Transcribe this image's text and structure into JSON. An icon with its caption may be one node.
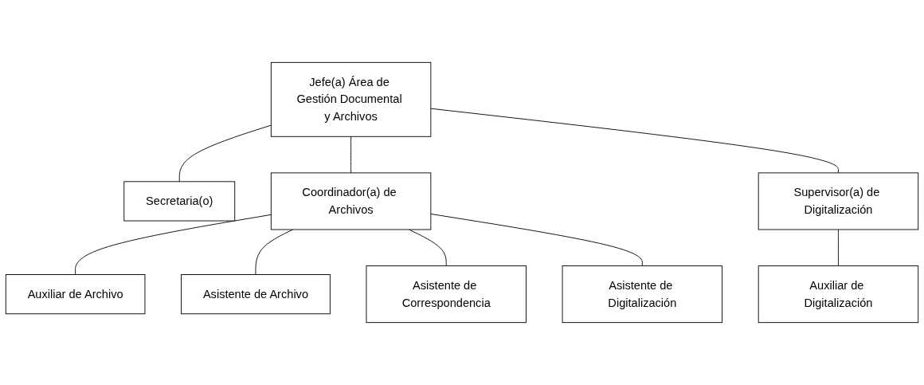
{
  "diagram": {
    "nodes": [
      {
        "text": [
          "Jefe(a) Área de Gestión Documental y Archivos"
        ]
      },
      {
        "text": [
          "Secretaria(o)"
        ]
      },
      {
        "text": [
          "Coordinador(a) de Archivos"
        ]
      },
      {
        "text": [
          "Supervisor(a) de Digitalización"
        ]
      },
      {
        "text": [
          "Auxiliar de Archivo"
        ]
      },
      {
        "text": [
          "Asistente de Archivo"
        ]
      },
      {
        "text": [
          "Asistente de Correspondencia"
        ]
      },
      {
        "text": [
          "Asistente de Digitalización"
        ]
      },
      {
        "text": [
          "Auxiliar de Digitalización"
        ]
      }
    ],
    "edges": [
      {
        "from": 0,
        "to": 1,
        "arrow": "none"
      },
      {
        "from": 0,
        "to": 2,
        "arrow": "none"
      },
      {
        "from": 0,
        "to": 3,
        "arrow": "none"
      },
      {
        "from": 2,
        "to": 4,
        "arrow": "none"
      },
      {
        "from": 2,
        "to": 5,
        "arrow": "none"
      },
      {
        "from": 2,
        "to": 6,
        "arrow": "none"
      },
      {
        "from": 2,
        "to": 7,
        "arrow": "none"
      },
      {
        "from": 3,
        "to": 8,
        "arrow": "none"
      }
    ]
  }
}
